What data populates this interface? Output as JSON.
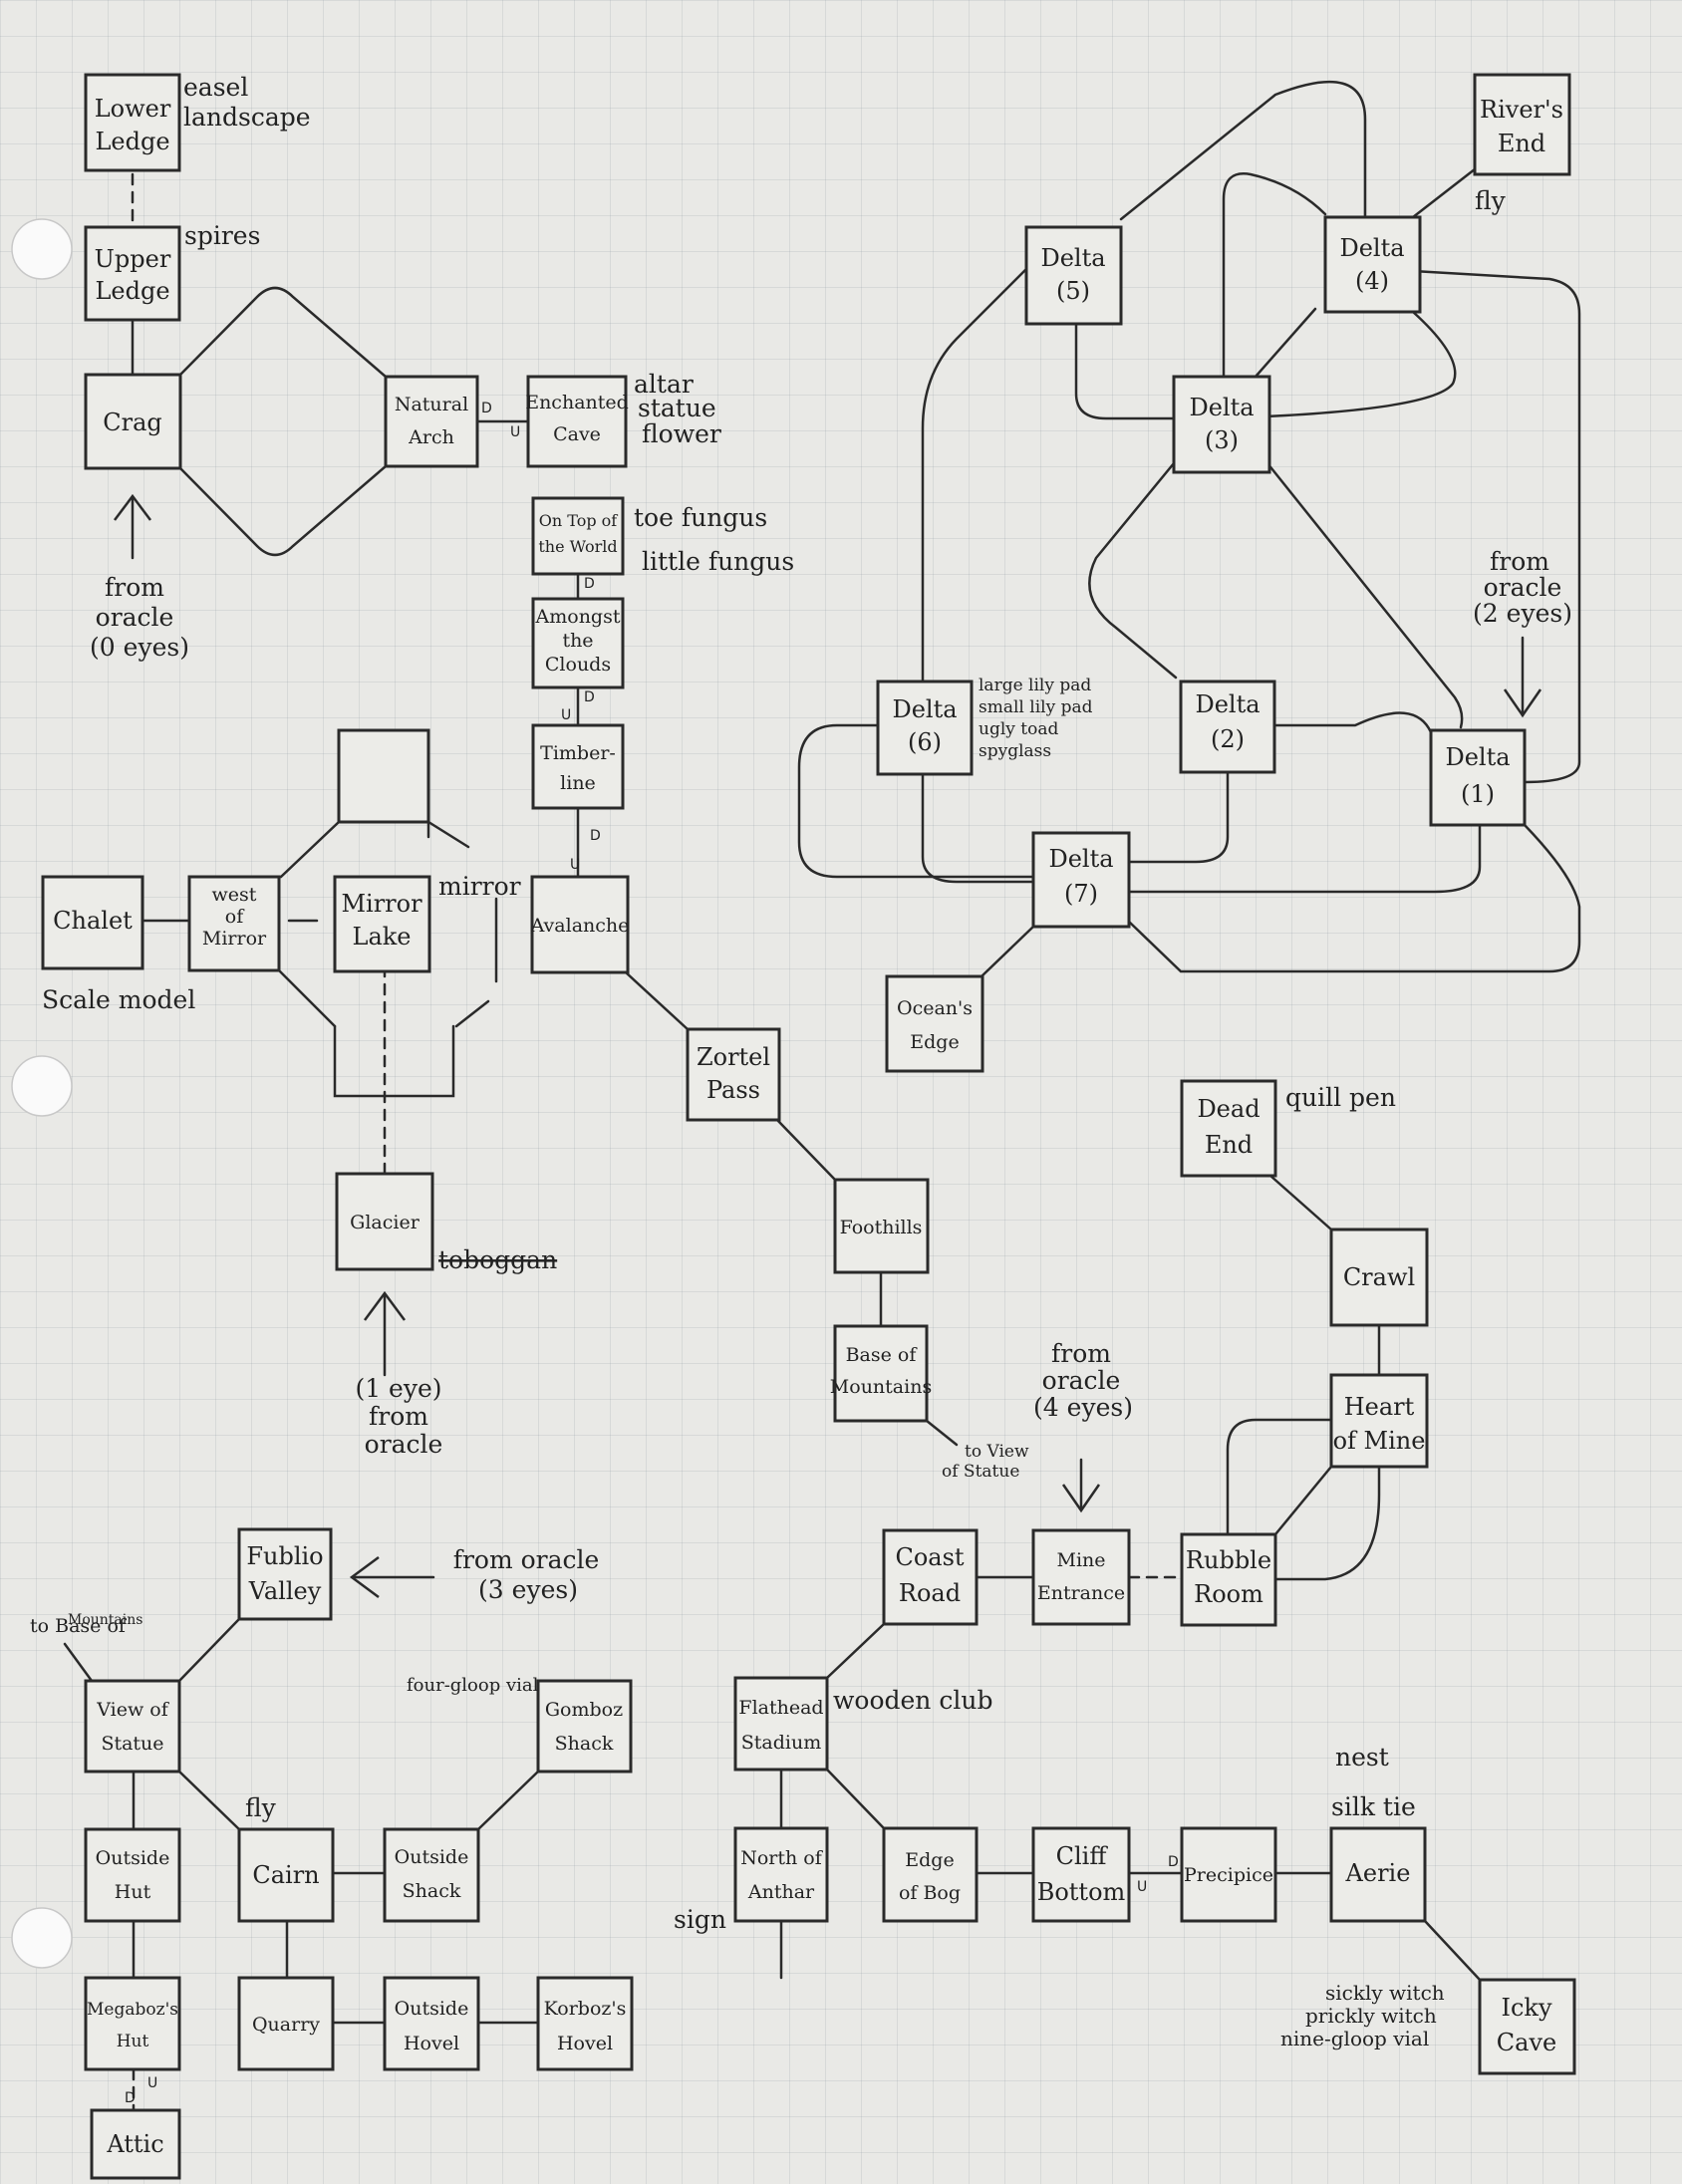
{
  "rooms": {
    "lower_ledge": [
      "Lower",
      "Ledge"
    ],
    "upper_ledge": [
      "Upper",
      "Ledge"
    ],
    "crag": [
      "Crag"
    ],
    "natural_arch": [
      "Natural",
      "Arch"
    ],
    "enchanted_cave": [
      "Enchanted",
      "Cave"
    ],
    "on_top": [
      "On Top of",
      "the World"
    ],
    "amongst": [
      "Amongst",
      "the",
      "Clouds"
    ],
    "timberline": [
      "Timber-",
      "line"
    ],
    "avalanche": [
      "Avalanche"
    ],
    "mirror_lake": [
      "Mirror",
      "Lake"
    ],
    "west_of_mirror": [
      "west",
      "of",
      "Mirror"
    ],
    "chalet": [
      "Chalet"
    ],
    "glacier": [
      "Glacier"
    ],
    "zortel_pass": [
      "Zortel",
      "Pass"
    ],
    "foothills": [
      "Foothills"
    ],
    "base_of_mountains": [
      "Base of",
      "Mountains"
    ],
    "delta_1": [
      "Delta",
      "(1)"
    ],
    "delta_2": [
      "Delta",
      "(2)"
    ],
    "delta_3": [
      "Delta",
      "(3)"
    ],
    "delta_4": [
      "Delta",
      "(4)"
    ],
    "delta_5": [
      "Delta",
      "(5)"
    ],
    "delta_6": [
      "Delta",
      "(6)"
    ],
    "delta_7": [
      "Delta",
      "(7)"
    ],
    "rivers_end": [
      "River's",
      "End"
    ],
    "oceans_edge": [
      "Ocean's",
      "Edge"
    ],
    "dead_end": [
      "Dead",
      "End"
    ],
    "crawl": [
      "Crawl"
    ],
    "heart_of_mine": [
      "Heart",
      "of Mine"
    ],
    "rubble_room": [
      "Rubble",
      "Room"
    ],
    "mine_entrance": [
      "Mine",
      "Entrance"
    ],
    "coast_road": [
      "Coast",
      "Road"
    ],
    "flathead_stadium": [
      "Flathead",
      "Stadium"
    ],
    "north_of_anthar": [
      "North of",
      "Anthar"
    ],
    "edge_of_bog": [
      "Edge",
      "of Bog"
    ],
    "cliff_bottom": [
      "Cliff",
      "Bottom"
    ],
    "precipice": [
      "Precipice"
    ],
    "aerie": [
      "Aerie"
    ],
    "icky_cave": [
      "Icky",
      "Cave"
    ],
    "fublio_valley": [
      "Fublio",
      "Valley"
    ],
    "view_of_statue": [
      "View of",
      "Statue"
    ],
    "cairn": [
      "Cairn"
    ],
    "outside_shack": [
      "Outside",
      "Shack"
    ],
    "gomboz_shack": [
      "Gomboz",
      "Shack"
    ],
    "outside_hut": [
      "Outside",
      "Hut"
    ],
    "megaboz_hut": [
      "Megaboz's",
      "Hut"
    ],
    "attic": [
      "Attic"
    ],
    "quarry": [
      "Quarry"
    ],
    "outside_hovel": [
      "Outside",
      "Hovel"
    ],
    "korboz_hovel": [
      "Korboz's",
      "Hovel"
    ]
  },
  "notes": {
    "easel": "easel",
    "landscape": "landscape",
    "spires": "spires",
    "altar": "altar",
    "statue": "statue",
    "flower": "flower",
    "toe_fungus": "toe fungus",
    "little_fungus": "little fungus",
    "mirror": "mirror",
    "scale_model": "Scale model",
    "toboggan": "toboggan",
    "fly_delta": "fly",
    "large_lily_pad": "large lily pad",
    "small_lily_pad": "small lily pad",
    "ugly_toad": "ugly toad",
    "spyglass": "spyglass",
    "quill_pen": "quill pen",
    "wooden_club": "wooden club",
    "sign": "sign",
    "nest": "nest",
    "silk_tie": "silk tie",
    "sickly_witch": "sickly witch",
    "prickly_witch": "prickly witch",
    "nine_gloop_vial": "nine-gloop vial",
    "four_gloop_vial": "four-gloop vial",
    "fly_cairn": "fly",
    "to_view_of_statue_1": "to View",
    "to_view_of_statue_2": "of Statue",
    "to_base_1": "to Base of",
    "to_base_2": "Mountains"
  },
  "entries": {
    "oracle_0": [
      "from",
      "oracle",
      "(0 eyes)"
    ],
    "oracle_1": [
      "(1 eye)",
      "from",
      "oracle"
    ],
    "oracle_2": [
      "from",
      "oracle",
      "(2 eyes)"
    ],
    "oracle_3": [
      "from oracle",
      "(3 eyes)"
    ],
    "oracle_4": [
      "from",
      "oracle",
      "(4 eyes)"
    ]
  },
  "markers": {
    "down": "D",
    "up": "U"
  }
}
